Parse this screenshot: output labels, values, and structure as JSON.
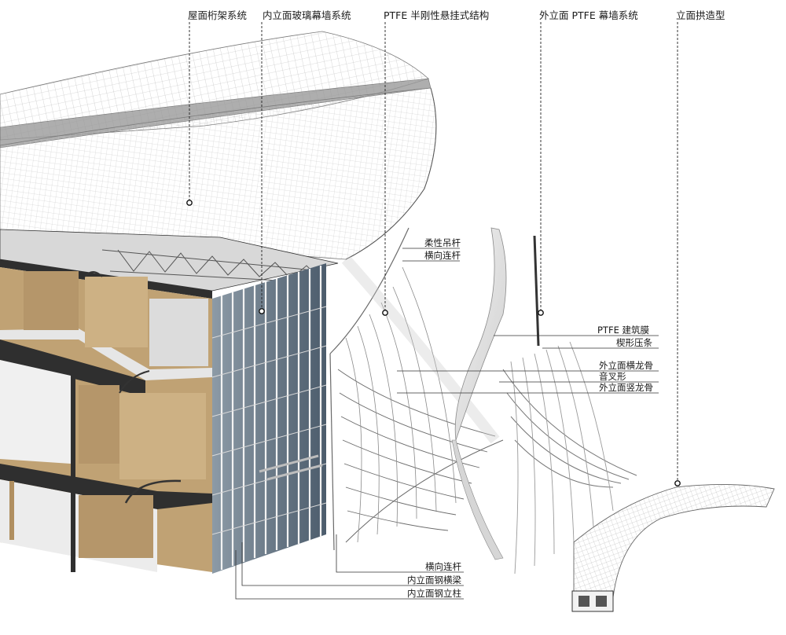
{
  "top_labels": {
    "roof_truss": "屋面桁架系统",
    "inner_glass": "内立面玻璃幕墙系统",
    "ptfe_semi": "PTFE 半刚性悬挂式结构",
    "outer_ptfe": "外立面 PTFE 幕墙系统",
    "arch_form": "立面拱造型"
  },
  "side_labels": {
    "flex_rod": "柔性吊杆",
    "cross_tie_upper": "横向连杆",
    "ptfe_membrane": "PTFE 建筑膜",
    "wedge_strip": "楔形压条",
    "outer_h_keel": "外立面横龙骨",
    "tuning_fork": "音叉形",
    "outer_v_keel": "外立面竖龙骨"
  },
  "bottom_labels": {
    "cross_tie_lower": "横向连杆",
    "inner_h_beam": "内立面钢横梁",
    "inner_column": "内立面钢立柱"
  },
  "colors": {
    "wood": "#c0a274",
    "glass": "#60707f",
    "slab": "#2f2f2f",
    "line": "#222222"
  }
}
